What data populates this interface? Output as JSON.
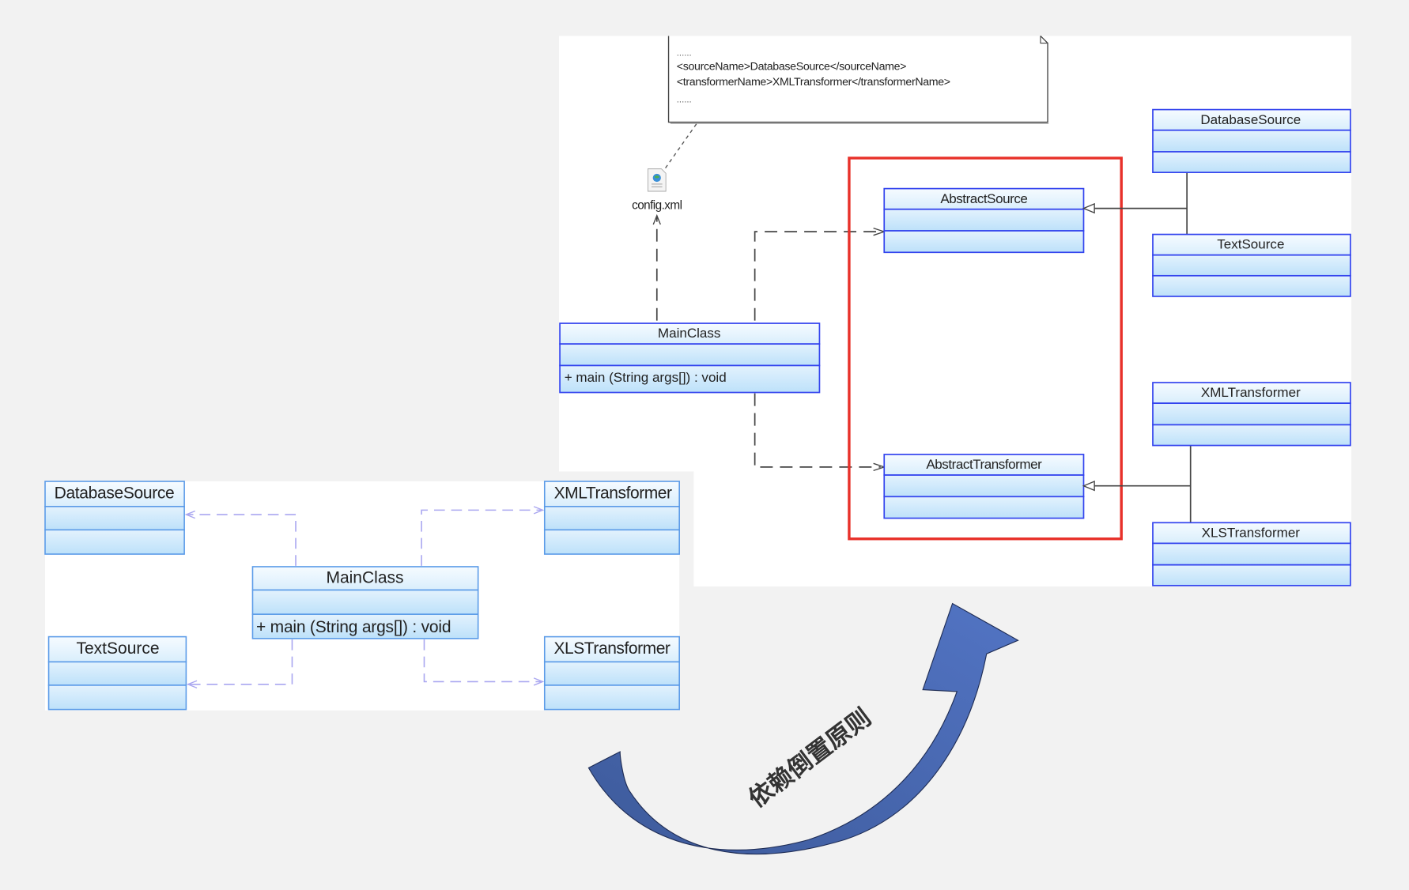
{
  "before_diagram": {
    "classes": [
      {
        "name": "DatabaseSource"
      },
      {
        "name": "XMLTransformer"
      },
      {
        "name": "MainClass",
        "operation": "+ main (String args[]) : void"
      },
      {
        "name": "TextSource"
      },
      {
        "name": "XLSTransformer"
      }
    ]
  },
  "after_diagram": {
    "note": {
      "lines": [
        "......",
        "<sourceName>DatabaseSource</sourceName>",
        "<transformerName>XMLTransformer</transformerName>",
        "......"
      ]
    },
    "config_file": {
      "label": "config.xml",
      "icon": "xml-file-icon"
    },
    "main_class": {
      "name": "MainClass",
      "operation": "+ main (String args[])  : void"
    },
    "abstractions": [
      {
        "name": "AbstractSource"
      },
      {
        "name": "AbstractTransformer"
      }
    ],
    "implementations": [
      {
        "name": "DatabaseSource"
      },
      {
        "name": "TextSource"
      },
      {
        "name": "XMLTransformer"
      },
      {
        "name": "XLSTransformer"
      }
    ],
    "highlight_color": "#e8312a"
  },
  "transition": {
    "label": "依赖倒置原则",
    "arrow_color": "#4a6cb8"
  },
  "colors": {
    "background": "#f2f2f2",
    "class_border": "#3344ee",
    "class_border_light": "#5b9be8",
    "class_fill_top": "#f4fafe",
    "class_fill_bottom": "#bfe2fa"
  }
}
